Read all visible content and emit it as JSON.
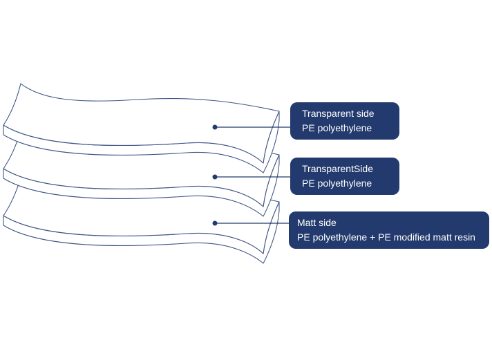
{
  "layers": [
    {
      "title": "Transparent side",
      "material": "PE polyethylene"
    },
    {
      "title": "TransparentSide",
      "material": "PE polyethylene"
    },
    {
      "title": "Matt side",
      "material": "PE polyethylene + PE modified matt resin"
    }
  ],
  "colors": {
    "callout_background": "#233a6e",
    "callout_text": "#ffffff",
    "outline": "#3f5686"
  }
}
